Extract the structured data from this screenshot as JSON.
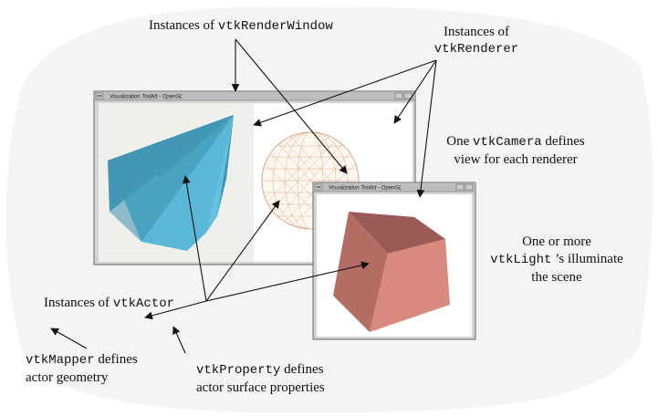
{
  "labels": {
    "render_window": {
      "prefix": "Instances of ",
      "code": "vtkRenderWindow"
    },
    "renderer": {
      "line1": "Instances of",
      "code": "vtkRenderer"
    },
    "camera": {
      "prefix": "One ",
      "code": "vtkCamera",
      "suffix": " defines",
      "line2": "view for each renderer"
    },
    "light": {
      "line1": "One or more",
      "code": "vtkLight",
      "suffix": " ’s illuminate",
      "line3": "the scene"
    },
    "actor": {
      "prefix": "Instances of ",
      "code": "vtkActor"
    },
    "mapper": {
      "code": "vtkMapper",
      "suffix": " defines",
      "line2": "actor geometry"
    },
    "property": {
      "code": "vtkProperty",
      "suffix": " defines",
      "line2": "actor surface properties"
    }
  },
  "windows": [
    {
      "title": "Visualization Toolkit - OpenGL"
    },
    {
      "title": "Visualization Toolkit - OpenGL"
    }
  ],
  "colors": {
    "cone": "#5ab8d6",
    "cone_dark": "#3f8aa6",
    "cube_front": "#d88a7f",
    "cube_side": "#b46c63",
    "cube_top": "#9a5a55",
    "sphere_wire": "#d9a27a"
  }
}
